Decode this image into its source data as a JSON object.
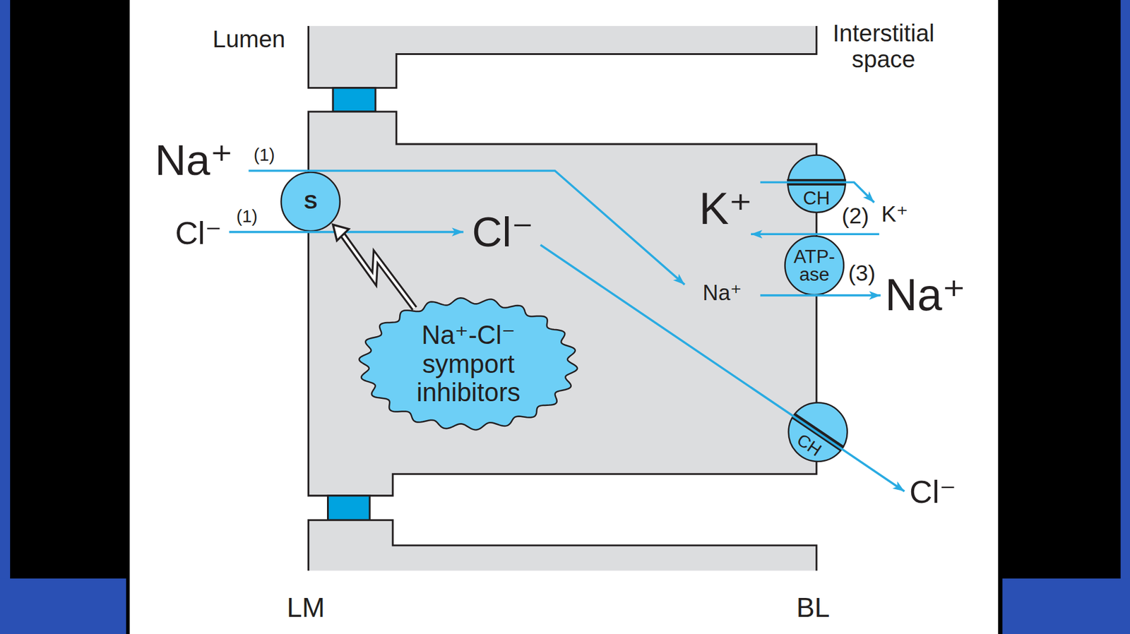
{
  "diagram": {
    "nodes": [
      {
        "text": [
          "S"
        ]
      },
      {
        "text": [
          "CH"
        ]
      },
      {
        "text": [
          "ATP-ase"
        ]
      },
      {
        "text": [
          "CH"
        ]
      },
      {
        "text": [
          "Na⁺-Cl⁻ symport inhibitors"
        ]
      }
    ],
    "edges": [
      {
        "from": 4,
        "to": 0,
        "arrow": "to"
      }
    ],
    "labels": [
      "Lumen",
      "Interstitial space",
      "Na⁺",
      "(1)",
      "Cl⁻",
      "(1)",
      "Cl⁻",
      "K⁺",
      "(2)",
      "K⁺",
      "Na⁺",
      "(3)",
      "Na⁺",
      "Cl⁻",
      "LM",
      "BL"
    ]
  }
}
